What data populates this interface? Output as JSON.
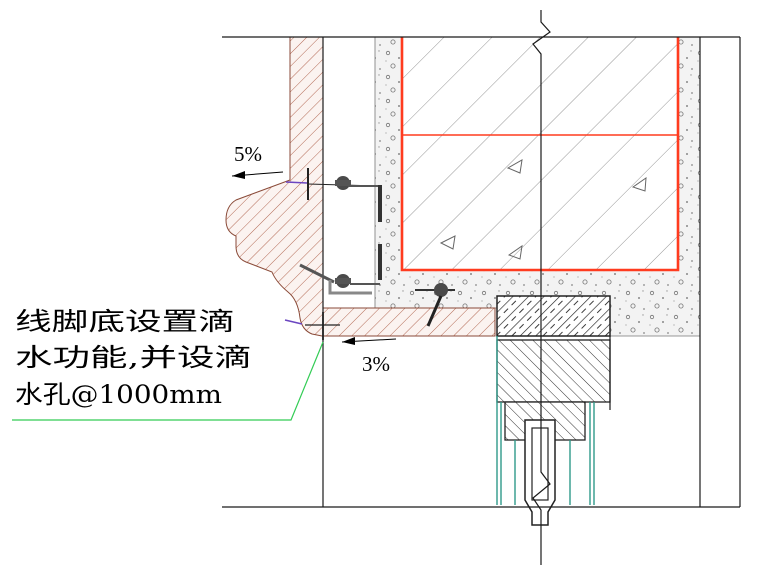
{
  "slope_labels": {
    "top": "5%",
    "bottom": "3%"
  },
  "note": {
    "line1": "线脚底设置滴",
    "line2": "水功能,并设滴",
    "line3": "水孔@1000mm"
  },
  "colors": {
    "outline": "#1a1a1a",
    "beam_edge": "#ff3b1f",
    "leader_line": "#33cc55",
    "glazing": "#2f9a8a",
    "cornice_hatch": "#b36a55",
    "bracket": "#4a4a4a",
    "slope_mark": "#6b46c1"
  }
}
